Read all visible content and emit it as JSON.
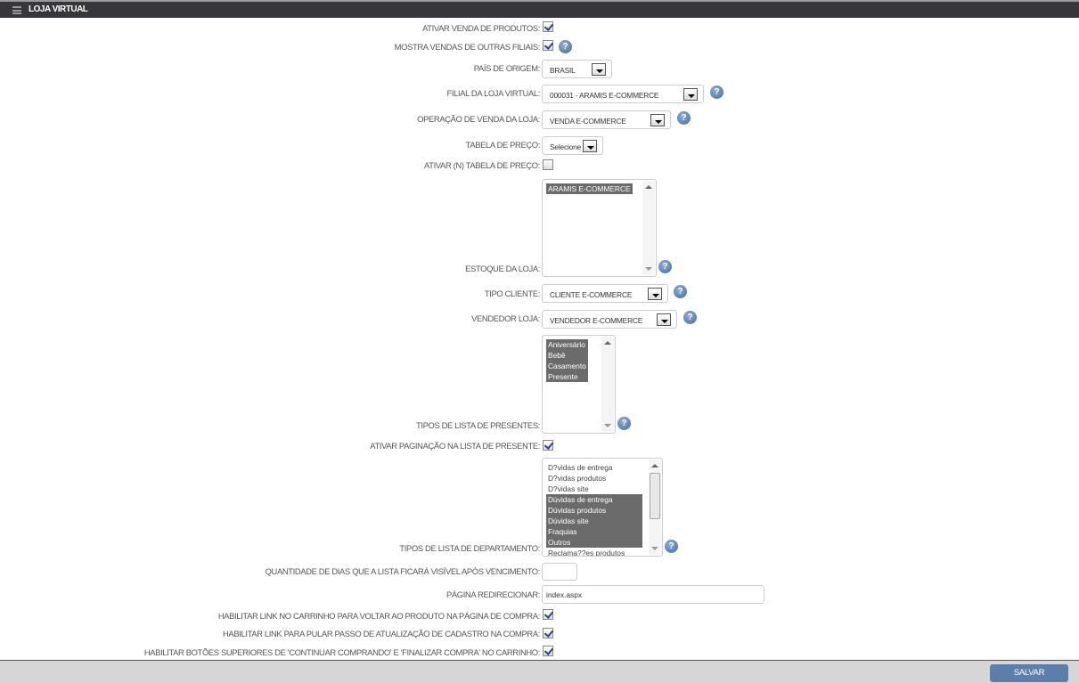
{
  "header": {
    "title": "LOJA VIRTUAL",
    "menu_icon": "hamburger-icon"
  },
  "fields": {
    "ativar_venda": {
      "label": "ATIVAR VENDA DE PRODUTOS:",
      "checked": true
    },
    "mostra_vendas": {
      "label": "MOSTRA VENDAS DE OUTRAS FILIAIS:",
      "checked": true
    },
    "pais": {
      "label": "PAÍS DE ORIGEM:",
      "value": "BRASIL"
    },
    "filial": {
      "label": "FILIAL DA LOJA VIRTUAL:",
      "value": "000031 - ARAMIS E-COMMERCE"
    },
    "operacao": {
      "label": "OPERAÇÃO DE VENDA DA LOJA:",
      "value": "VENDA E-COMMERCE"
    },
    "tabela": {
      "label": "TABELA DE PREÇO:",
      "value": "Selecione"
    },
    "ativar_n_tabela": {
      "label": "ATIVAR (N) TABELA DE PREÇO:",
      "checked": false
    },
    "estoque": {
      "label": "ESTOQUE DA LOJA:",
      "options": [
        {
          "text": "ARAMIS E-COMMERCE",
          "selected": true
        }
      ]
    },
    "tipo_cliente": {
      "label": "TIPO CLIENTE:",
      "value": "CLIENTE E-COMMERCE"
    },
    "vendedor": {
      "label": "VENDEDOR LOJA:",
      "value": "VENDEDOR E-COMMERCE"
    },
    "tipos_presentes": {
      "label": "TIPOS DE LISTA DE PRESENTES:",
      "options": [
        {
          "text": "Aniversário",
          "selected": true
        },
        {
          "text": "Bebê",
          "selected": true
        },
        {
          "text": "Casamento",
          "selected": true
        },
        {
          "text": "Presente",
          "selected": true
        }
      ]
    },
    "paginacao": {
      "label": "ATIVAR PAGINAÇÃO NA LISTA DE PRESENTE:",
      "checked": true
    },
    "departamento": {
      "label": "TIPOS DE LISTA DE DEPARTAMENTO:",
      "options": [
        {
          "text": "D?vidas de entrega",
          "selected": false
        },
        {
          "text": "D?vidas produtos",
          "selected": false
        },
        {
          "text": "D?vidas site",
          "selected": false
        },
        {
          "text": "Dúvidas de entrega",
          "selected": true
        },
        {
          "text": "Dúvidas produtos",
          "selected": true
        },
        {
          "text": "Dúvidas site",
          "selected": true
        },
        {
          "text": "Fraquias",
          "selected": true
        },
        {
          "text": "Outros",
          "selected": true
        },
        {
          "text": "Reclama??es produtos",
          "selected": false
        }
      ]
    },
    "quantidade_dias": {
      "label": "QUANTIDADE DE DIAS QUE A LISTA FICARÁ VISÍVEL APÓS VENCIMENTO:",
      "value": ""
    },
    "pagina": {
      "label": "PÁGINA REDIRECIONAR:",
      "value": "index.aspx"
    },
    "link_carrinho": {
      "label": "HABILITAR LINK NO CARRINHO PARA VOLTAR AO PRODUTO NA PÁGINA DE COMPRA:",
      "checked": true
    },
    "link_pular": {
      "label": "HABILITAR LINK PARA PULAR PASSO DE ATUALIZAÇÃO DE CADASTRO NA COMPRA:",
      "checked": true
    },
    "botoes_superiores": {
      "label": "HABILITAR BOTÕES SUPERIORES DE 'CONTINUAR COMPRANDO' E 'FINALIZAR COMPRA' NO CARRINHO:",
      "checked": true
    }
  },
  "help_symbol": "?",
  "footer": {
    "save_label": "SALVAR"
  }
}
